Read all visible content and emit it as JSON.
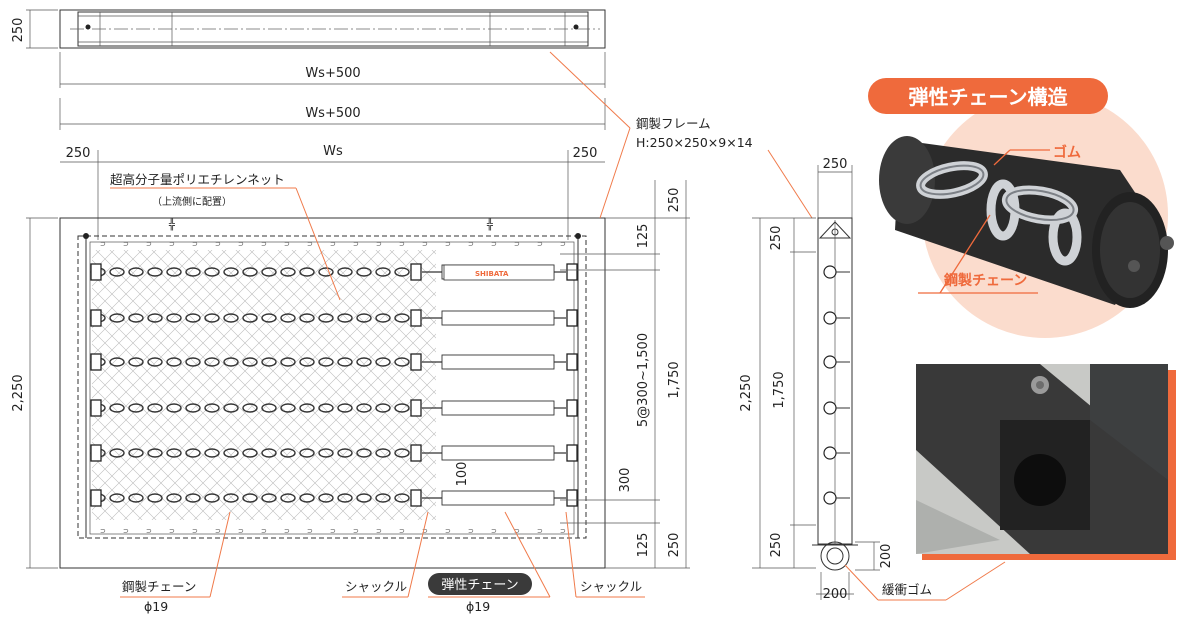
{
  "dims": {
    "top_height": "250",
    "ws500_a": "Ws+500",
    "ws500_b": "Ws+500",
    "ws": "Ws",
    "left_250": "250",
    "right_250": "250",
    "height_2250": "2,250",
    "right_top_250": "250",
    "right_125_top": "125",
    "pitch": "5@300~1,500",
    "height_1750": "1,750",
    "d300": "300",
    "d100": "100",
    "right_125_bottom": "125",
    "right_bottom_250": "250",
    "side_width_250": "250",
    "side_top_250": "250",
    "side_2250": "2,250",
    "side_1750": "1,750",
    "side_bottom_250": "250",
    "side_200_h": "200",
    "side_200_w": "200"
  },
  "labels": {
    "net": "超高分子量ポリエチレンネット",
    "net_note": "（上流側に配置）",
    "frame": "鋼製フレーム",
    "frame_spec": "H:250×250×9×14",
    "steel_chain": "鋼製チェーン",
    "steel_chain_dia": "ϕ19",
    "shackle_left": "シャックル",
    "elastic_chain_badge": "弾性チェーン",
    "elastic_chain_dia": "ϕ19",
    "shackle_right": "シャックル",
    "cushion_rubber": "緩衝ゴム",
    "brand": "SHIBATA"
  },
  "photo": {
    "title": "弾性チェーン構造",
    "rubber": "ゴム",
    "chain": "鋼製チェーン"
  },
  "colors": {
    "accent": "#ef6a3c",
    "circle_bg": "#fbdccd",
    "rubber": "#2a2a2a",
    "steel": "#c9ccd0"
  }
}
